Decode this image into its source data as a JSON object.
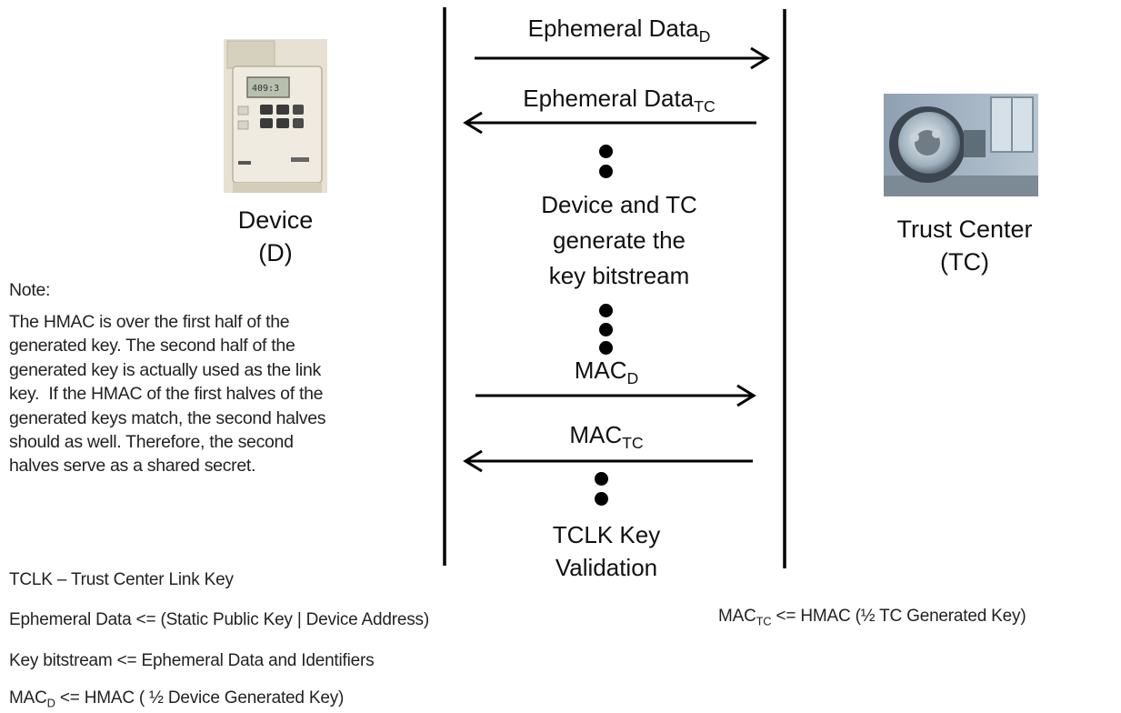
{
  "device": {
    "label_line1": "Device",
    "label_line2": "(D)"
  },
  "trust_center": {
    "label_line1": "Trust Center",
    "label_line2": "(TC)"
  },
  "messages": {
    "ephemeral_d": {
      "text": "Ephemeral Data",
      "sub": "D"
    },
    "ephemeral_tc": {
      "text": "Ephemeral Data",
      "sub": "TC"
    },
    "generate": [
      "Device and TC",
      "generate the",
      "key bitstream"
    ],
    "mac_d": {
      "text": "MAC",
      "sub": "D"
    },
    "mac_tc": {
      "text": "MAC",
      "sub": "TC"
    },
    "validation": [
      "TCLK Key",
      "Validation"
    ]
  },
  "note": {
    "title": "Note:",
    "lines": [
      "The HMAC is over the first half of the",
      "generated key. The second half of the",
      "generated key is actually used as the link",
      "key.  If the HMAC of the first halves of the",
      "generated keys match, the second halves",
      "should as well. Therefore, the second",
      "halves serve as a shared secret."
    ]
  },
  "legend": {
    "tclk": "TCLK – Trust Center Link Key",
    "ephemeral": "Ephemeral Data <= (Static Public Key | Device Address)",
    "key_bitstream": "Key bitstream <= Ephemeral Data and Identifiers",
    "mac_d": {
      "prefix": "MAC",
      "sub": "D",
      "rest": " <= HMAC ( ½ Device Generated Key)"
    },
    "mac_tc": {
      "prefix": "MAC",
      "sub": "TC",
      "rest": " <= HMAC (½ TC Generated Key)"
    }
  },
  "colors": {
    "line": "#000000",
    "text": "#111111"
  }
}
